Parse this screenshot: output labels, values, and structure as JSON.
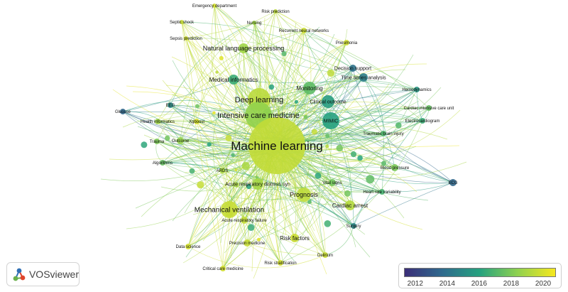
{
  "map": {
    "nodes": [
      {
        "label": "Machine learning",
        "year": 2019.6
      },
      {
        "label": "Intensive care medicine",
        "year": 2018.5
      },
      {
        "label": "Deep learning",
        "year": 2019.4
      },
      {
        "label": "Mechanical ventilation",
        "year": 2019.7
      },
      {
        "label": "Natural language processing",
        "year": 2018.8
      },
      {
        "label": "Monitoring",
        "year": 2017.3
      },
      {
        "label": "Prognosis",
        "year": 2019.5
      },
      {
        "label": "Cardiac arrest",
        "year": 2019.3
      },
      {
        "label": "Acute respiratory distress syn",
        "year": 2018.9
      },
      {
        "label": "Risk factors",
        "year": 2019.8
      },
      {
        "label": "Medical informatics",
        "year": 2016.5
      },
      {
        "label": "MIMIC",
        "year": 2016.0
      },
      {
        "label": "Clinical outcome",
        "year": 2015.8
      },
      {
        "label": "Time series analysis",
        "year": 2014.5
      },
      {
        "label": "Decision support",
        "year": 2014.0
      },
      {
        "label": "Hemodynamics",
        "year": 2015.5
      },
      {
        "label": "Cardiac intensive care unit",
        "year": 2017.5
      },
      {
        "label": "Electrocardiogram",
        "year": 2016.5
      },
      {
        "label": "Traumatic brain injury",
        "year": 2017.0
      },
      {
        "label": "Blood pressure",
        "year": 2018.0
      },
      {
        "label": "ECG",
        "year": 2013.5
      },
      {
        "label": "Heart rate variability",
        "year": 2016.8
      },
      {
        "label": "Vital signs",
        "year": 2017.8
      },
      {
        "label": "Surgery",
        "year": 2014.8
      },
      {
        "label": "Delirium",
        "year": 2019.8
      },
      {
        "label": "Risk stratification",
        "year": 2020.0
      },
      {
        "label": "Precision medicine",
        "year": 2019.7
      },
      {
        "label": "Critical care medicine",
        "year": 2020.0
      },
      {
        "label": "Data science",
        "year": 2020.0
      },
      {
        "label": "Acute respiratory failure",
        "year": 2019.6
      },
      {
        "label": "ARDS",
        "year": 2019.0
      },
      {
        "label": "Algorithms",
        "year": 2017.5
      },
      {
        "label": "Trauma",
        "year": 2018.0
      },
      {
        "label": "Outcome",
        "year": 2018.5
      },
      {
        "label": "Xgboost",
        "year": 2020.0
      },
      {
        "label": "Health informatics",
        "year": 2018.8
      },
      {
        "label": "EEG",
        "year": 2015.0
      },
      {
        "label": "Glucose",
        "year": 2013.5
      },
      {
        "label": "Emergency department",
        "year": 2020.0
      },
      {
        "label": "Risk prediction",
        "year": 2019.5
      },
      {
        "label": "Septic shock",
        "year": 2019.7
      },
      {
        "label": "Nursing",
        "year": 2018.8
      },
      {
        "label": "Recurrent neural networks",
        "year": 2019.8
      },
      {
        "label": "Sepsis prediction",
        "year": 2019.9
      },
      {
        "label": "Pneumonia",
        "year": 2019.9
      }
    ]
  },
  "logo": {
    "text": "VOSviewer",
    "icon": "vosviewer-logo-icon"
  },
  "legend": {
    "ticks": [
      "2012",
      "2014",
      "2016",
      "2018",
      "2020"
    ],
    "range": [
      2011.3,
      2020.8
    ],
    "colors": [
      "#3b2e78",
      "#2f6a8d",
      "#26a27f",
      "#8fd14f",
      "#f7e81f"
    ]
  }
}
